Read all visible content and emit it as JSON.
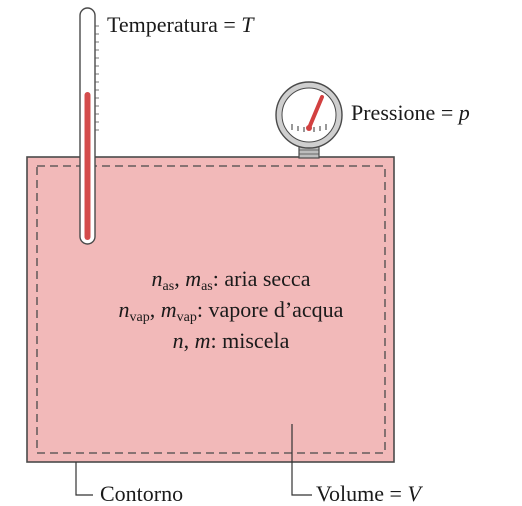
{
  "labels": {
    "temperature": {
      "text": "Temperatura = ",
      "symbol": "T"
    },
    "pressure": {
      "text": "Pressione = ",
      "symbol": "p"
    },
    "boundary": {
      "text": "Contorno"
    },
    "volume": {
      "text": "Volume = ",
      "symbol": "V"
    }
  },
  "components": {
    "dry_air": {
      "n": "n",
      "m": "m",
      "sub": "as",
      "desc": ": aria secca"
    },
    "vapor": {
      "n": "n",
      "m": "m",
      "sub": "vap",
      "desc": ": vapore d’acqua"
    },
    "mixture": {
      "n": "n",
      "m": "m",
      "desc": ": miscela"
    }
  },
  "colors": {
    "fill": "#f2b9b9",
    "mercury": "#d44c4c",
    "needle": "#d24040",
    "outline": "#4a4a4a",
    "gauge_metal": "#bdbdbd"
  }
}
